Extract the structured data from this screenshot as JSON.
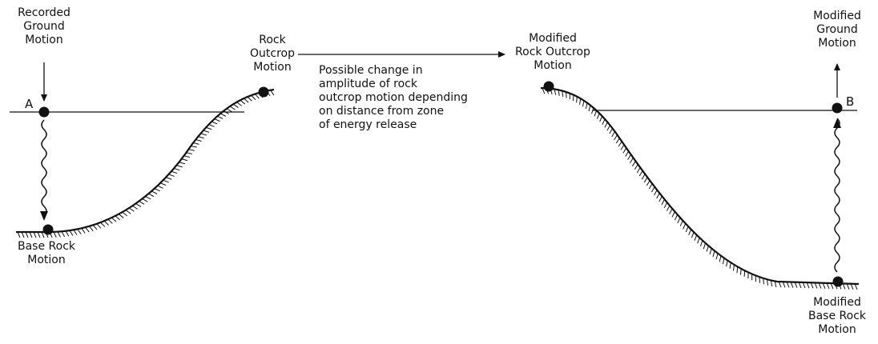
{
  "labels": {
    "recorded_ground_motion": [
      "Recorded",
      "Ground",
      "Motion"
    ],
    "rock_outcrop_motion": [
      "Rock",
      "Outcrop",
      "Motion"
    ],
    "modified_rock_outcrop_motion": [
      "Modified",
      "Rock Outcrop",
      "Motion"
    ],
    "modified_ground_motion": [
      "Modified",
      "Ground",
      "Motion"
    ],
    "base_rock_motion": [
      "Base Rock",
      "Motion"
    ],
    "modified_base_rock_motion": [
      "Modified",
      "Base Rock",
      "Motion"
    ],
    "note": [
      "Possible change in",
      "amplitude of rock",
      "outcrop motion depending",
      "on distance from zone",
      "of energy release"
    ]
  },
  "points": {
    "a": "A",
    "b": "B"
  },
  "colors": {
    "ink": "#111111",
    "background": "#ffffff"
  }
}
